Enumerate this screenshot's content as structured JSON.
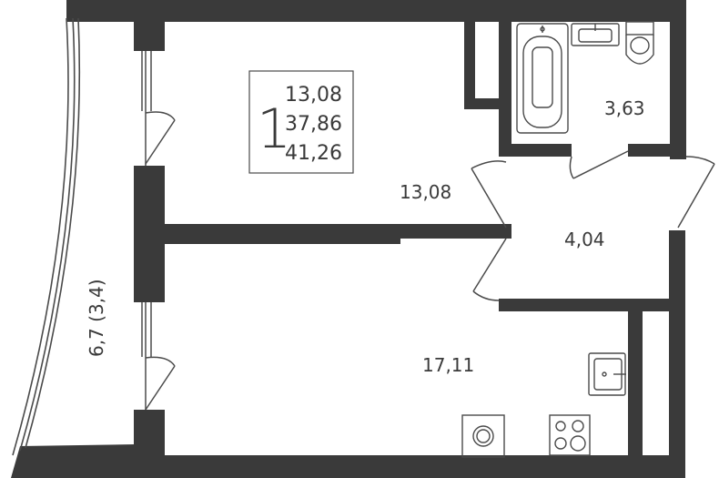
{
  "apartment": {
    "rooms_count": "1",
    "living_area": "13,08",
    "total_area_without_balcony": "37,86",
    "total_area": "41,26"
  },
  "rooms": {
    "bedroom": "13,08",
    "bathroom": "3,63",
    "hallway": "4,04",
    "kitchen_living": "17,11",
    "balcony": "6,7 (3,4)"
  },
  "colors": {
    "wall": "#3a3a3a",
    "line": "#4a4a4a",
    "background": "#ffffff"
  }
}
